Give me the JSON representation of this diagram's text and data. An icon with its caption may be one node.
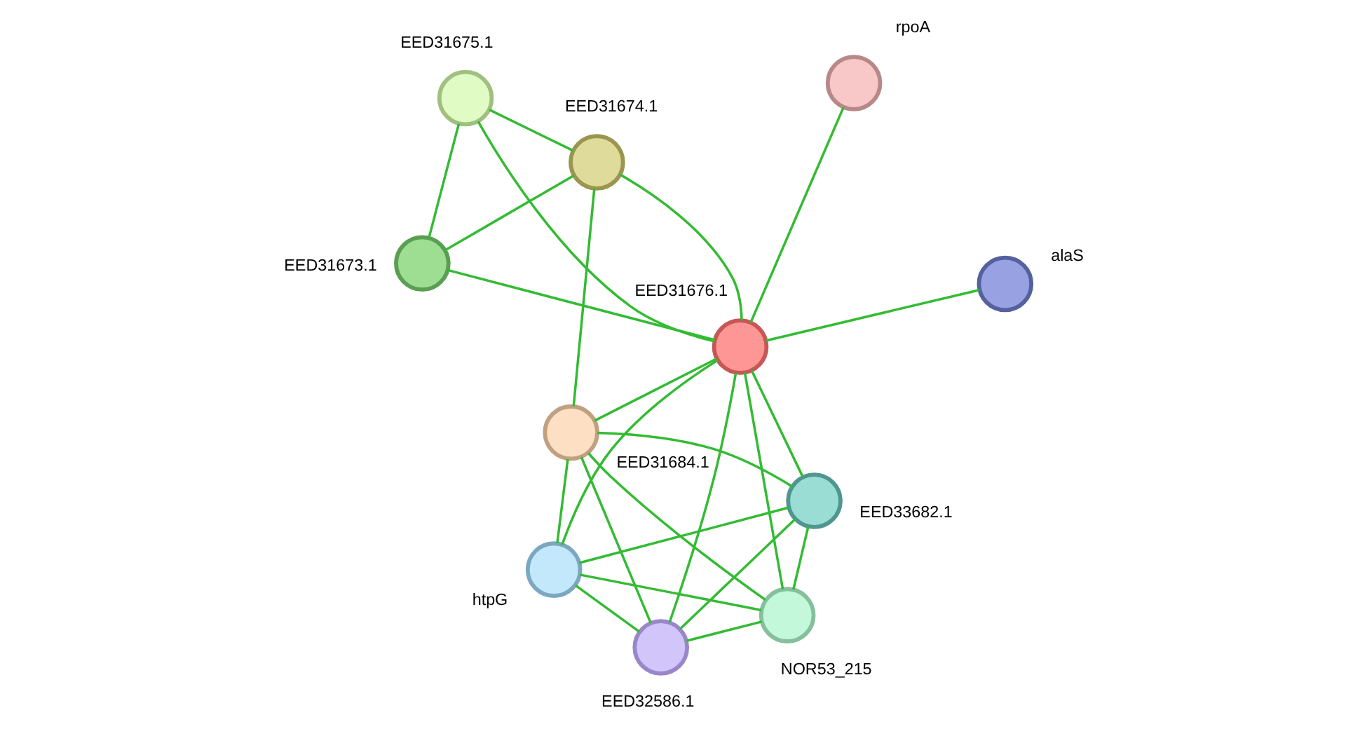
{
  "diagram": {
    "nodes": [
      {
        "text": [],
        "shape": "circle",
        "beside": [
          "EED32586.1"
        ]
      },
      {
        "text": [],
        "shape": "circle",
        "beside": [
          "htpG"
        ]
      },
      {
        "text": [],
        "shape": "circle",
        "beside": [
          "EED33682.1"
        ]
      },
      {
        "text": [],
        "shape": "circle",
        "beside": [
          "NOR53_215"
        ]
      },
      {
        "text": [],
        "shape": "circle",
        "beside": [
          "EED31684.1"
        ]
      },
      {
        "text": [],
        "shape": "circle",
        "beside": [
          "EED31676.1"
        ]
      },
      {
        "text": [],
        "shape": "circle",
        "beside": [
          "alaS"
        ]
      },
      {
        "text": [],
        "shape": "circle",
        "beside": [
          "rpoA"
        ]
      },
      {
        "text": [],
        "shape": "circle",
        "beside": [
          "EED31674.1"
        ]
      },
      {
        "text": [],
        "shape": "circle",
        "beside": [
          "EED31675.1"
        ]
      },
      {
        "text": [],
        "shape": "circle",
        "beside": [
          "EED31673.1"
        ]
      }
    ],
    "edges": [
      {
        "from": 0,
        "to": 1,
        "arrow": "none"
      },
      {
        "from": 0,
        "to": 2,
        "arrow": "none"
      },
      {
        "from": 0,
        "to": 3,
        "arrow": "none"
      },
      {
        "from": 0,
        "to": 4,
        "arrow": "none"
      },
      {
        "from": 0,
        "to": 5,
        "arrow": "none"
      },
      {
        "from": 1,
        "to": 2,
        "arrow": "none"
      },
      {
        "from": 1,
        "to": 3,
        "arrow": "none"
      },
      {
        "from": 1,
        "to": 4,
        "arrow": "none"
      },
      {
        "from": 1,
        "to": 5,
        "arrow": "none"
      },
      {
        "from": 2,
        "to": 3,
        "arrow": "none"
      },
      {
        "from": 2,
        "to": 4,
        "arrow": "none"
      },
      {
        "from": 2,
        "to": 5,
        "arrow": "none"
      },
      {
        "from": 3,
        "to": 4,
        "arrow": "none"
      },
      {
        "from": 3,
        "to": 5,
        "arrow": "none"
      },
      {
        "from": 4,
        "to": 5,
        "arrow": "none"
      },
      {
        "from": 4,
        "to": 8,
        "arrow": "none"
      },
      {
        "from": 6,
        "to": 5,
        "arrow": "none"
      },
      {
        "from": 5,
        "to": 7,
        "arrow": "none"
      },
      {
        "from": 5,
        "to": 8,
        "arrow": "none"
      },
      {
        "from": 5,
        "to": 9,
        "arrow": "none"
      },
      {
        "from": 5,
        "to": 10,
        "arrow": "none"
      },
      {
        "from": 8,
        "to": 9,
        "arrow": "none"
      },
      {
        "from": 8,
        "to": 10,
        "arrow": "none"
      },
      {
        "from": 10,
        "to": 9,
        "arrow": "none"
      }
    ]
  }
}
